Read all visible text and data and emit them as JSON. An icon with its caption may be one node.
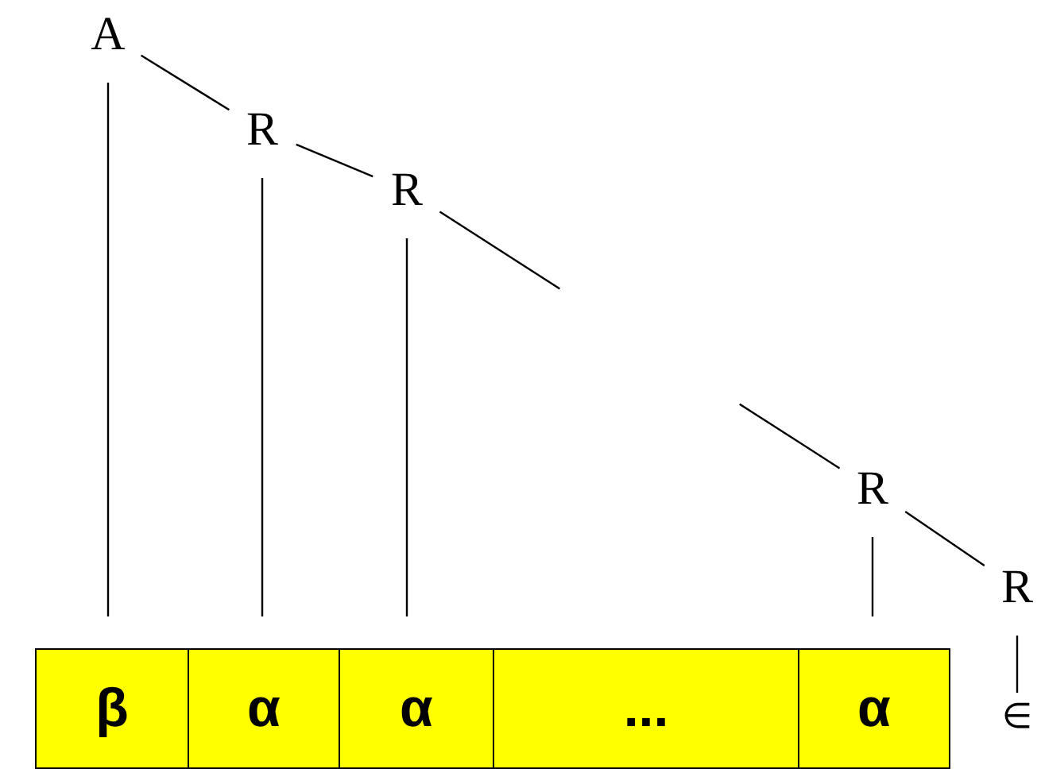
{
  "diagram": {
    "nodes": [
      {
        "text": [
          "A"
        ]
      },
      {
        "text": [
          "R"
        ]
      },
      {
        "text": [
          "R"
        ]
      },
      {
        "text": [
          "R"
        ]
      },
      {
        "text": [
          "R"
        ]
      },
      {
        "text": [
          "∈"
        ]
      },
      {
        "text": [
          "β"
        ]
      },
      {
        "text": [
          "α"
        ]
      },
      {
        "text": [
          "α"
        ]
      },
      {
        "text": [
          "..."
        ]
      },
      {
        "text": [
          "α"
        ]
      }
    ],
    "edges": [
      {
        "from": 0,
        "to": 1,
        "arrow": "none"
      },
      {
        "from": 1,
        "to": 2,
        "arrow": "none"
      },
      {
        "from": 2,
        "to": 3,
        "arrow": "none",
        "style": "dashed"
      },
      {
        "from": 3,
        "to": 4,
        "arrow": "none"
      },
      {
        "from": 4,
        "to": 5,
        "arrow": "none"
      },
      {
        "from": 0,
        "to": 6,
        "arrow": "none"
      },
      {
        "from": 1,
        "to": 7,
        "arrow": "none"
      },
      {
        "from": 2,
        "to": 8,
        "arrow": "none"
      },
      {
        "from": 3,
        "to": 10,
        "arrow": "none"
      }
    ]
  }
}
